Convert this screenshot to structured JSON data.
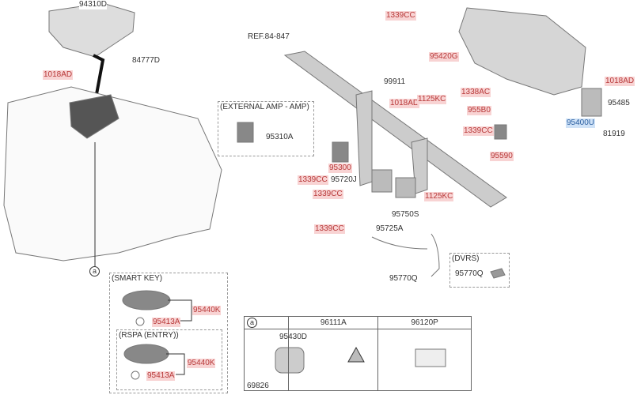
{
  "labels": {
    "top_assembly": "94310D",
    "screw_84777d": "84777D",
    "bolt_left": "1018AD",
    "nut_top": "1339CC",
    "ref": "REF.84-847",
    "bracket_95420g": "95420G",
    "part_99911": "99911",
    "bolt_mid": "1018AD",
    "bolt_1125kc_top": "1125KC",
    "nut_1338ac": "1338AC",
    "part_955b0": "955B0",
    "nut_mid_right": "1339CC",
    "bolt_right": "1018AD",
    "part_95485": "95485",
    "part_95400u": "95400U",
    "part_81919": "81919",
    "part_95590": "95590",
    "part_95300": "95300",
    "nut_left_1": "1339CC",
    "part_95720j": "95720J",
    "nut_left_2": "1339CC",
    "bolt_1125kc_low": "1125KC",
    "part_95750s": "95750S",
    "nut_left_3": "1339CC",
    "part_95725a": "95725A",
    "part_95770q": "95770Q",
    "callout_a": "a"
  },
  "groups": {
    "external_amp": {
      "title": "(EXTERNAL AMP - AMP)",
      "part": "95310A"
    },
    "dvrs": {
      "title": "(DVRS)",
      "part": "95770Q"
    },
    "smart_key": {
      "title": "(SMART KEY)",
      "key": "95440K",
      "battery": "95413A"
    },
    "rspa": {
      "title": "(RSPA (ENTRY))",
      "key": "95440K",
      "battery": "95413A"
    }
  },
  "table": {
    "headers": [
      "a",
      "96111A",
      "96120P"
    ],
    "cell_a_part": "95430D",
    "cell_a_screw": "69826"
  },
  "colors": {
    "highlight_red": "#f8d3d3",
    "highlight_blue": "#cfe2f7"
  }
}
